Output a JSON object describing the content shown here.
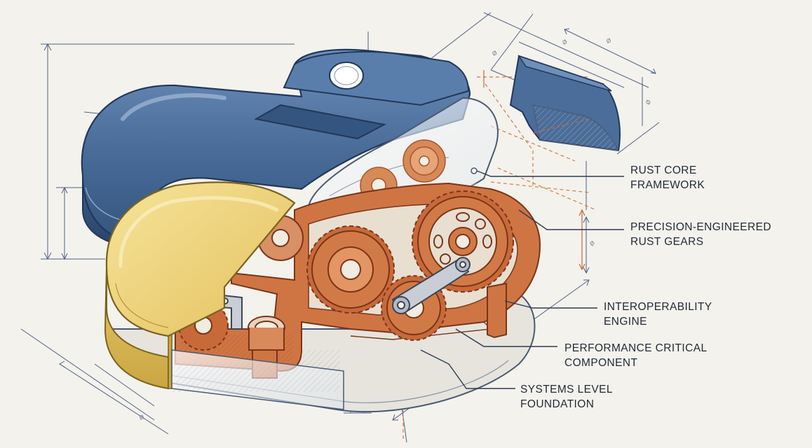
{
  "callouts": [
    {
      "id": "rust-core",
      "lines": [
        "RUST CORE",
        "FRAMEWORK"
      ]
    },
    {
      "id": "gears",
      "lines": [
        "PRECISION-ENGINEERED",
        "RUST GEARS"
      ]
    },
    {
      "id": "interop",
      "lines": [
        "INTEROPERABILITY",
        "ENGINE"
      ]
    },
    {
      "id": "perf",
      "lines": [
        "PERFORMANCE CRITICAL",
        "COMPONENT"
      ]
    },
    {
      "id": "systems",
      "lines": [
        "SYSTEMS LEVEL",
        "FOUNDATION"
      ]
    }
  ],
  "colors": {
    "paper": "#f4f2ec",
    "blue_body": "#4a6d9a",
    "blue_dark": "#2d4a72",
    "yellow_body": "#f0d57a",
    "rust": "#c8693a",
    "rust_dark": "#8e3f1e",
    "line": "#4a5a72"
  }
}
